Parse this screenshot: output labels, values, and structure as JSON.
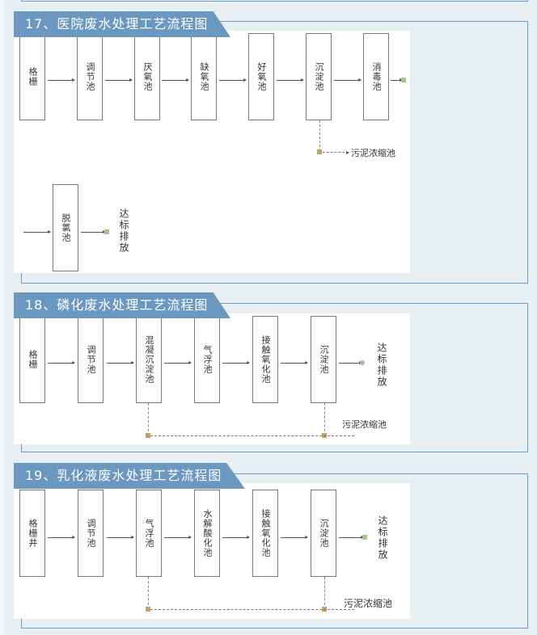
{
  "sections": [
    {
      "title": "17、医院废水处理工艺流程图",
      "row1": [
        "格栅",
        "调节池",
        "厌氧池",
        "缺氧池",
        "好氧池",
        "沉淀池",
        "消毒池"
      ],
      "row2": [
        "脱氯池"
      ],
      "sludge": "污泥浓缩池",
      "discharge": "达标排放"
    },
    {
      "title": "18、磷化废水处理工艺流程图",
      "row1": [
        "格栅",
        "调节池",
        "混凝沉淀池",
        "气浮池",
        "接触氧化池",
        "沉淀池"
      ],
      "sludge": "污泥浓缩池",
      "discharge": "达标排放"
    },
    {
      "title": "19、乳化液废水处理工艺流程图",
      "row1": [
        "格栅井",
        "调节池",
        "气浮池",
        "水解酸化池",
        "接触氧化池",
        "沉淀池"
      ],
      "sludge": "污泥浓缩池",
      "discharge": "达标排放"
    }
  ],
  "colors": {
    "background": "#e7eff3",
    "header": "#6a98c0",
    "frame_border": "#6b9bc6",
    "sludge_marker": "#c8a066",
    "discharge_marker": "#a6c48f"
  }
}
